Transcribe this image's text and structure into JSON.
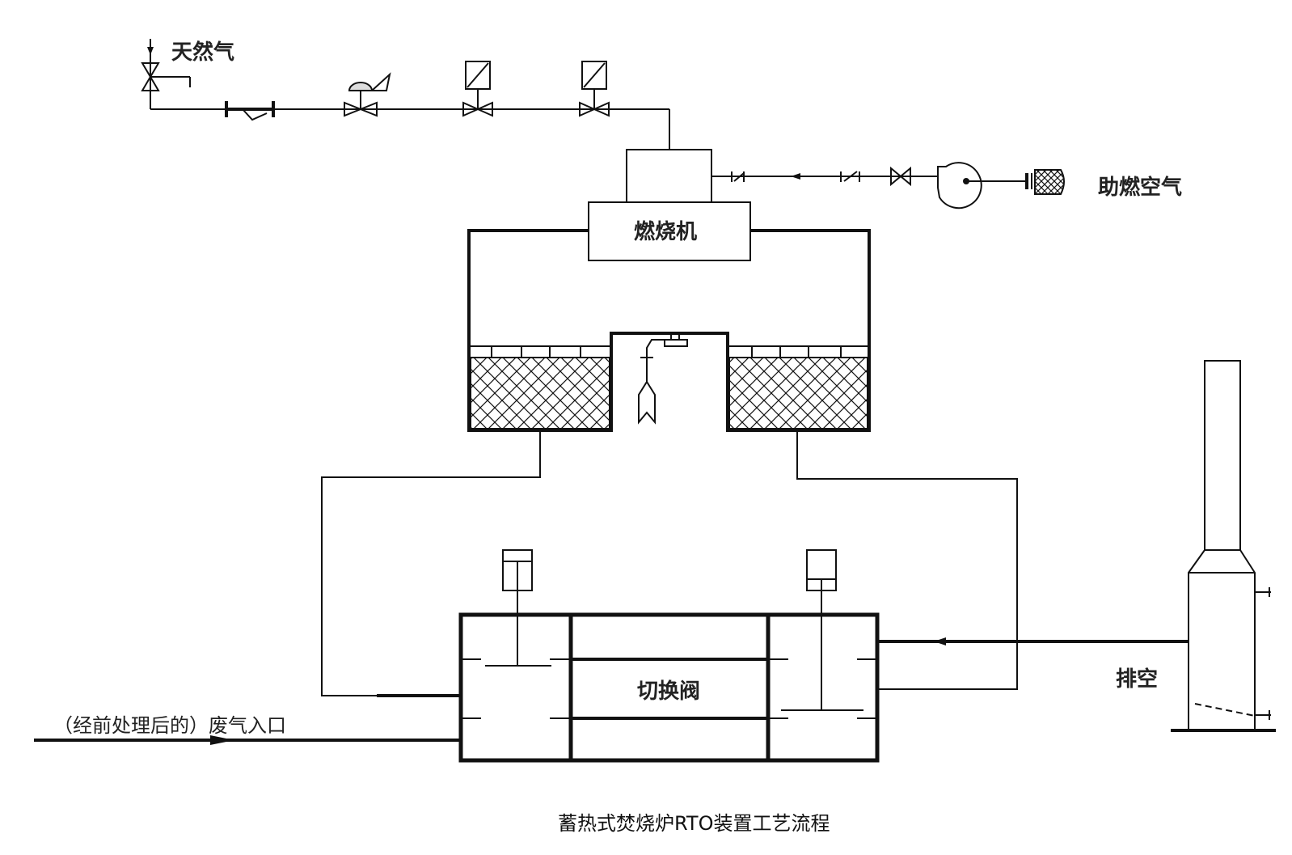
{
  "diagram": {
    "labels": {
      "natural_gas": "天然气",
      "combustion_air": "助燃空气",
      "burner": "燃烧机",
      "switch_valve": "切换阀",
      "exhaust": "排空",
      "inlet": "（经前处理后的）废气入口"
    },
    "caption": "蓄热式焚烧炉RTO装置工艺流程",
    "colors": {
      "line": "#111111",
      "background": "#ffffff"
    }
  }
}
